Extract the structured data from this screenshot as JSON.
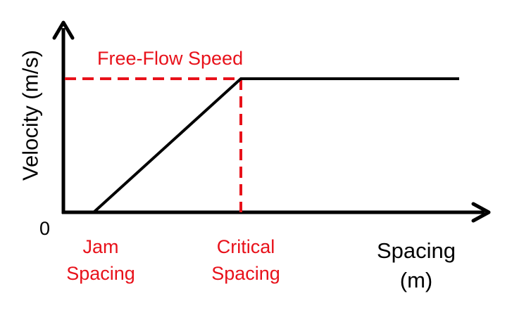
{
  "diagram": {
    "y_axis_label": "Velocity (m/s)",
    "origin_label": "0",
    "free_flow_label": "Free-Flow Speed",
    "jam_label_line1": "Jam",
    "jam_label_line2": "Spacing",
    "critical_label_line1": "Critical",
    "critical_label_line2": "Spacing",
    "x_axis_label_line1": "Spacing",
    "x_axis_label_line2": "(m)"
  },
  "colors": {
    "curve": "#000000",
    "annotation": "#e8111a"
  }
}
